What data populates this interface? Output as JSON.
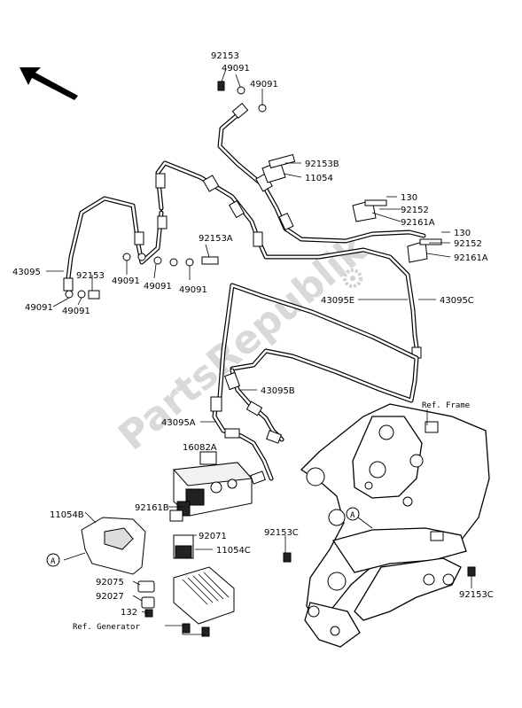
{
  "watermark": "PartsRepublik",
  "callouts": {
    "p92153_top": "92153",
    "p49091_top_a": "49091",
    "p49091_top_b": "49091",
    "p92153B": "92153B",
    "p11054": "11054",
    "p130_a": "130",
    "p92152_a": "92152",
    "p92161A_a": "92161A",
    "p130_b": "130",
    "p92152_b": "92152",
    "p92161A_b": "92161A",
    "p92153A": "92153A",
    "p43095": "43095",
    "p92153_left": "92153",
    "p49091_l1": "49091",
    "p49091_l2": "49091",
    "p49091_m1": "49091",
    "p49091_m2": "49091",
    "p43095E": "43095E",
    "p43095C": "43095C",
    "p43095B": "43095B",
    "p43095A": "43095A",
    "p16082A": "16082A",
    "p92161B": "92161B",
    "p11054B": "11054B",
    "p92071": "92071",
    "p11054C": "11054C",
    "p92153C_a": "92153C",
    "p92153C_b": "92153C",
    "p92075": "92075",
    "p92027": "92027",
    "p132": "132",
    "ref_frame": "Ref. Frame",
    "ref_generator": "Ref. Generator",
    "mark_a1": "A",
    "mark_a2": "A"
  }
}
